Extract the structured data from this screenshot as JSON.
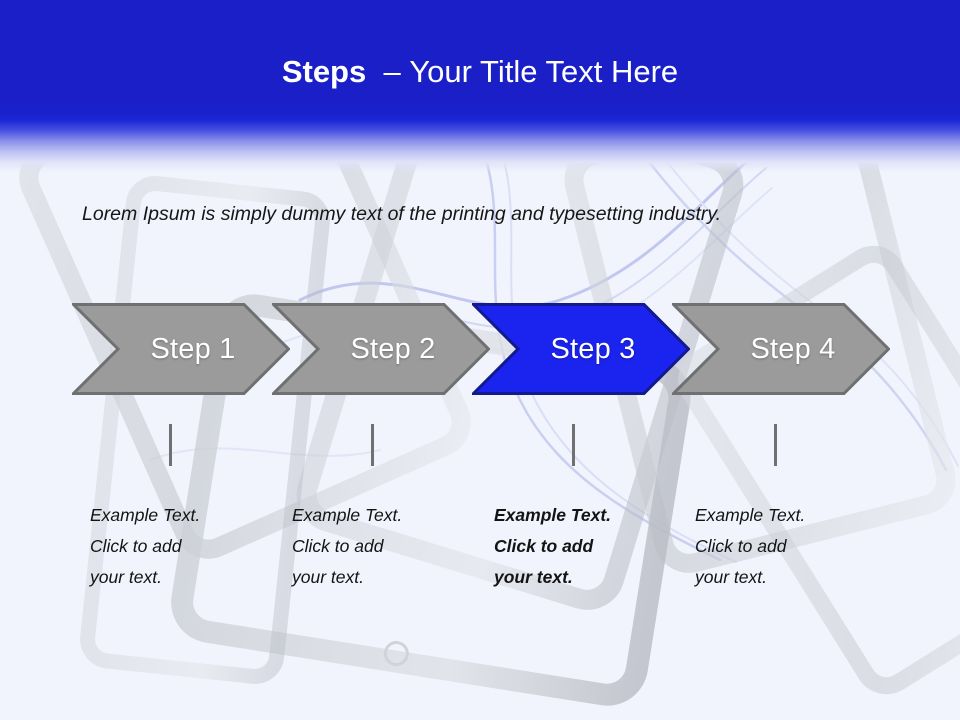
{
  "slide": {
    "background_color": "#f1f4fc",
    "header_color": "#1a1fc8",
    "accent_color": "#1b23ee",
    "muted_color": "#9b9b9b"
  },
  "title": {
    "bold_part": "Steps",
    "separator": "–",
    "rest": "Your Title Text Here"
  },
  "body": {
    "paragraph": "Lorem Ipsum is simply dummy text of the printing and typesetting industry."
  },
  "steps": [
    {
      "label": "Step 1",
      "state": "normal",
      "fill": "#9b9b9b",
      "stroke": "#6f7072"
    },
    {
      "label": "Step 2",
      "state": "normal",
      "fill": "#9b9b9b",
      "stroke": "#6f7072"
    },
    {
      "label": "Step 3",
      "state": "highlight",
      "fill": "#1b23ee",
      "stroke": "#131a8e"
    },
    {
      "label": "Step 4",
      "state": "normal",
      "fill": "#9b9b9b",
      "stroke": "#6f7072"
    }
  ],
  "captions": [
    {
      "line1": "Example Text.",
      "line2": "Click  to add",
      "line3": "your text.",
      "emphasis": "normal"
    },
    {
      "line1": "Example Text.",
      "line2": "Click  to add",
      "line3": "your text.",
      "emphasis": "normal"
    },
    {
      "line1": "Example Text.",
      "line2": "Click  to add",
      "line3": "your text.",
      "emphasis": "bold"
    },
    {
      "line1": "Example Text.",
      "line2": "Click  to add",
      "line3": "your text.",
      "emphasis": "normal"
    }
  ]
}
